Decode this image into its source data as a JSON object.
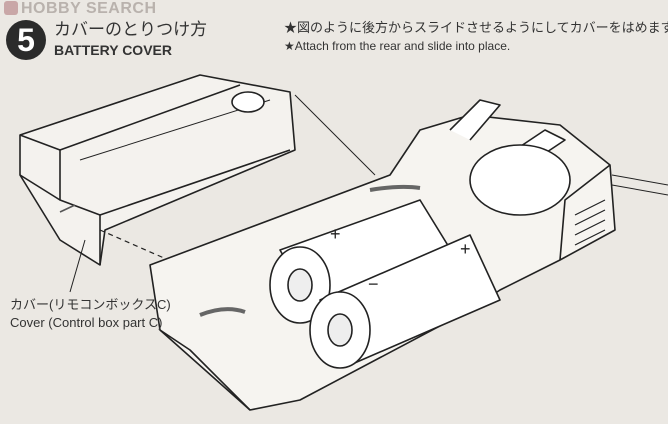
{
  "watermark": "HOBBY SEARCH",
  "step": {
    "number": "5",
    "title_jp": "カバーのとりつけ方",
    "title_en": "BATTERY COVER"
  },
  "instructions": {
    "jp": "★図のように後方からスライドさせるようにしてカバーをはめます。",
    "en": "★Attach from the rear and slide into place."
  },
  "callout": {
    "jp": "カバー(リモコンボックスC)",
    "en": "Cover (Control box part C)"
  },
  "battery_marks": [
    "+",
    "+",
    "−"
  ]
}
